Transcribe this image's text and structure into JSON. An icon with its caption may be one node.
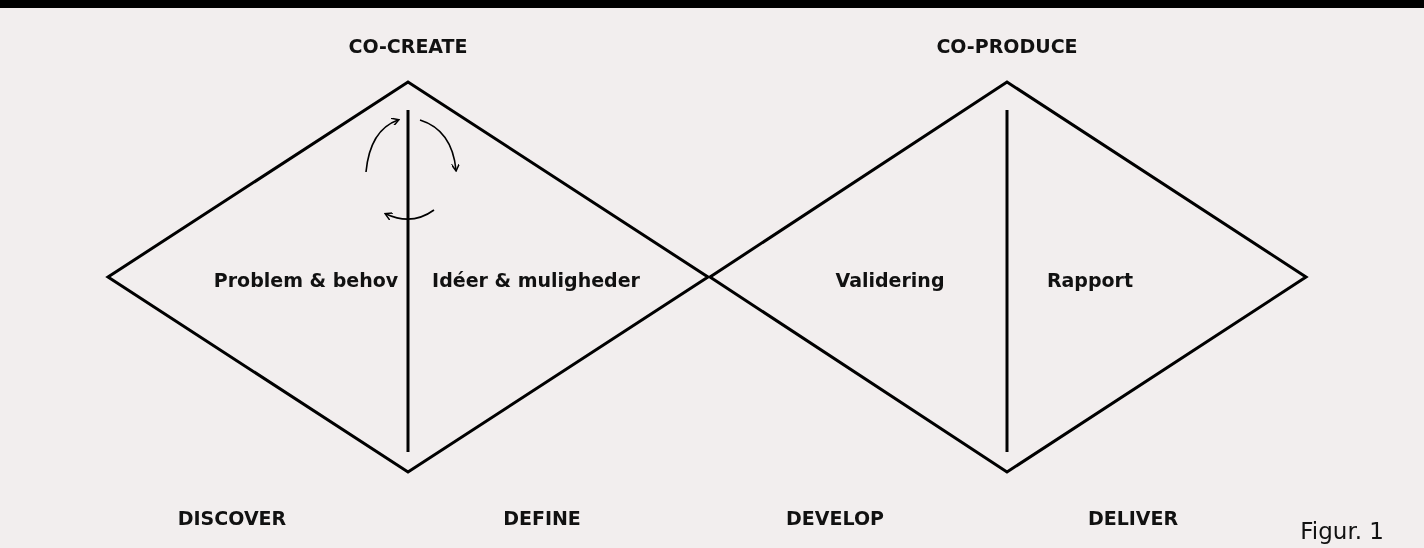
{
  "diagram": {
    "caption": "Figur. 1",
    "nodes": [
      {
        "text": [
          "CO-CREATE"
        ]
      },
      {
        "text": [
          "Problem & behov"
        ],
        "in": 0
      },
      {
        "text": [
          "Idéer & muligheder"
        ],
        "in": 0
      },
      {
        "text": [
          "CO-PRODUCE"
        ]
      },
      {
        "text": [
          "Validering"
        ],
        "in": 3
      },
      {
        "text": [
          "Rapport"
        ],
        "in": 3
      }
    ],
    "labels": [
      "DISCOVER",
      "DEFINE",
      "DEVELOP",
      "DELIVER"
    ]
  }
}
